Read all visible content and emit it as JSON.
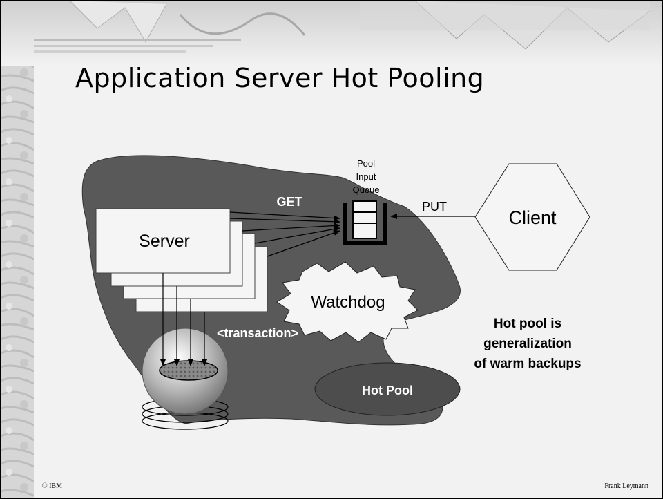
{
  "slide": {
    "title": "Application Server Hot Pooling",
    "footer_left": "© IBM",
    "footer_right": "Frank Leymann"
  },
  "diagram": {
    "server_label": "Server",
    "get_label": "GET",
    "put_label": "PUT",
    "queue_label_lines": [
      "Pool",
      "Input",
      "Queue"
    ],
    "client_label": "Client",
    "watchdog_label": "Watchdog",
    "transaction_label": "<transaction>",
    "hot_pool_label": "Hot Pool",
    "note_lines": [
      "Hot pool is",
      "generalization",
      "of warm backups"
    ]
  },
  "colors": {
    "pool_region": "#595959",
    "oval": "#4d4d4d",
    "server_box": "#f5f5f5",
    "queue": "#000000"
  }
}
